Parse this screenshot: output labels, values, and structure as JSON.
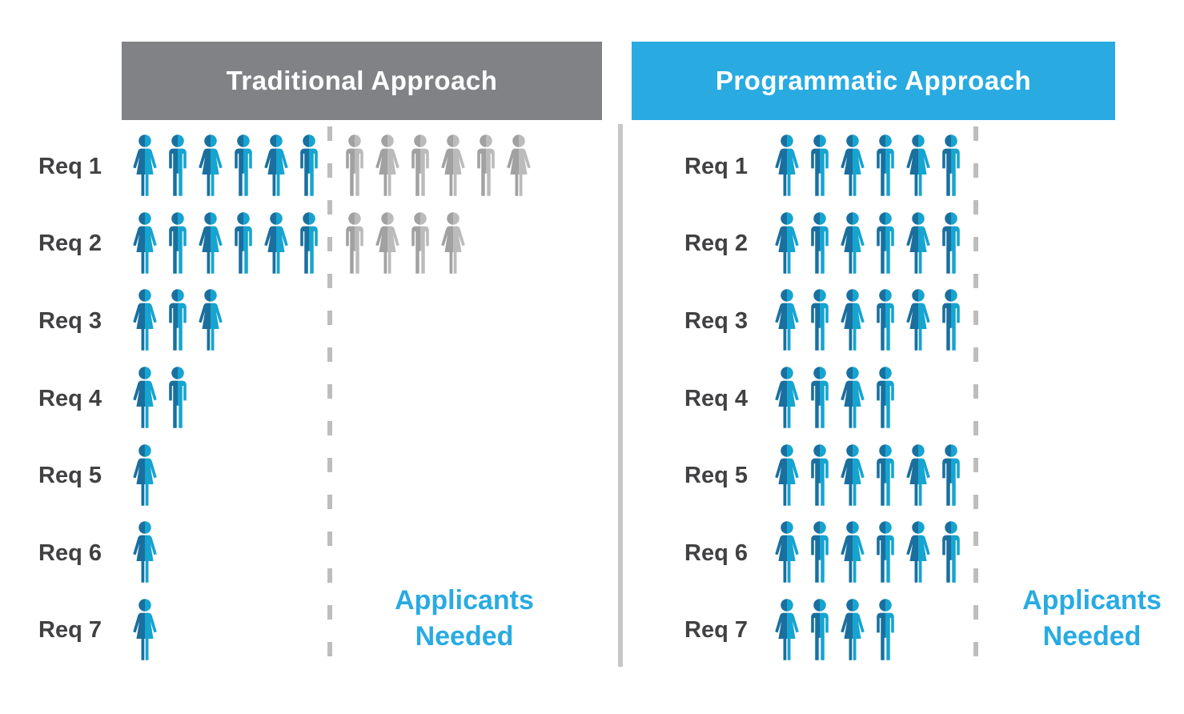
{
  "panels": [
    {
      "name": "traditional",
      "title": "Traditional Approach",
      "header_bg": "#808285",
      "note_lines": [
        "Applicants",
        "Needed"
      ],
      "rows": [
        {
          "label": "Req 1",
          "filled": [
            "F",
            "M",
            "F",
            "M",
            "F",
            "M"
          ],
          "needed": [
            "M",
            "F",
            "M",
            "F",
            "M",
            "F"
          ]
        },
        {
          "label": "Req 2",
          "filled": [
            "F",
            "M",
            "F",
            "M",
            "F",
            "M"
          ],
          "needed": [
            "M",
            "F",
            "M",
            "F"
          ]
        },
        {
          "label": "Req 3",
          "filled": [
            "F",
            "M",
            "F"
          ],
          "needed": []
        },
        {
          "label": "Req 4",
          "filled": [
            "F",
            "M"
          ],
          "needed": []
        },
        {
          "label": "Req 5",
          "filled": [
            "F"
          ],
          "needed": []
        },
        {
          "label": "Req 6",
          "filled": [
            "F"
          ],
          "needed": []
        },
        {
          "label": "Req 7",
          "filled": [
            "F"
          ],
          "needed": []
        }
      ]
    },
    {
      "name": "programmatic",
      "title": "Programmatic Approach",
      "header_bg": "#29ABE2",
      "note_lines": [
        "Applicants",
        "Needed"
      ],
      "rows": [
        {
          "label": "Req 1",
          "filled": [
            "F",
            "M",
            "F",
            "M",
            "F",
            "M"
          ],
          "needed": []
        },
        {
          "label": "Req 2",
          "filled": [
            "F",
            "M",
            "F",
            "M",
            "F",
            "M"
          ],
          "needed": []
        },
        {
          "label": "Req 3",
          "filled": [
            "F",
            "M",
            "F",
            "M",
            "F",
            "M"
          ],
          "needed": []
        },
        {
          "label": "Req 4",
          "filled": [
            "F",
            "M",
            "F",
            "M"
          ],
          "needed": []
        },
        {
          "label": "Req 5",
          "filled": [
            "F",
            "M",
            "F",
            "M",
            "F",
            "M"
          ],
          "needed": []
        },
        {
          "label": "Req 6",
          "filled": [
            "F",
            "M",
            "F",
            "M",
            "F",
            "M"
          ],
          "needed": []
        },
        {
          "label": "Req 7",
          "filled": [
            "F",
            "M",
            "F",
            "M"
          ],
          "needed": []
        }
      ]
    }
  ],
  "colors": {
    "person_dark_blue": "#1A6F9E",
    "person_light_blue": "#16A4D0",
    "person_dark_gray": "#A1A1A1",
    "person_light_gray": "#BBBBBB",
    "label_text": "#414042",
    "accent_blue": "#29ABE2",
    "header_gray": "#808285",
    "header_text": "#FFFFFF",
    "divider": "#C7C7C7",
    "dashed_line": "#BDBDBD"
  },
  "chart_data": {
    "type": "pictogram",
    "title": "Traditional Approach vs Programmatic Approach",
    "categories": [
      "Req 1",
      "Req 2",
      "Req 3",
      "Req 4",
      "Req 5",
      "Req 6",
      "Req 7"
    ],
    "series": [
      {
        "name": "Traditional Approach - blue figures (filled)",
        "values": [
          6,
          6,
          3,
          2,
          1,
          1,
          1
        ]
      },
      {
        "name": "Traditional Approach - gray figures (applicants needed)",
        "values": [
          6,
          4,
          0,
          0,
          0,
          0,
          0
        ]
      },
      {
        "name": "Programmatic Approach - blue figures (filled)",
        "values": [
          6,
          6,
          6,
          4,
          6,
          6,
          4
        ]
      },
      {
        "name": "Programmatic Approach - gray figures (applicants needed)",
        "values": [
          0,
          0,
          0,
          0,
          0,
          0,
          0
        ]
      }
    ],
    "unit": "person icons",
    "legend": "none",
    "annotations": [
      "Applicants Needed (right of dashed threshold line in each panel)"
    ]
  }
}
